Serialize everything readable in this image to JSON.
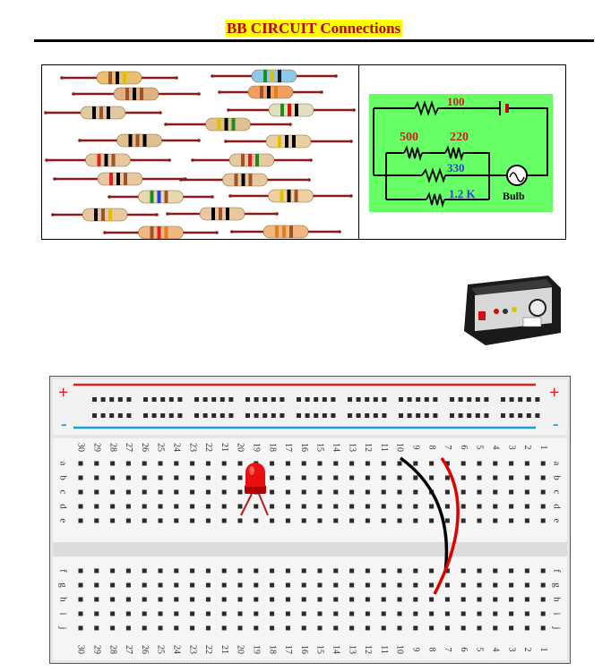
{
  "title": "BB CIRCUIT Connections",
  "schematic": {
    "r100": "100",
    "r500": "500",
    "r220": "220",
    "r330": "330",
    "r1k2": "1.2 K",
    "bulb": "Bulb"
  },
  "breadboard": {
    "plus": "+",
    "minus": "-",
    "rows_top": [
      "a",
      "b",
      "c",
      "d",
      "e"
    ],
    "rows_bottom": [
      "f",
      "g",
      "h",
      "i",
      "j"
    ],
    "columns": 30
  },
  "colors": {
    "title_bg": "#ffff00",
    "title_text": "#c00000",
    "schematic_bg": "#66ff66",
    "red_rail": "#e02020",
    "blue_rail": "#1aa0d8",
    "wire_black": "#000000",
    "wire_red": "#e00000",
    "led": "#e81010"
  },
  "icons": [
    "resistor-icon",
    "power-supply-icon",
    "led-icon",
    "bulb-icon"
  ]
}
